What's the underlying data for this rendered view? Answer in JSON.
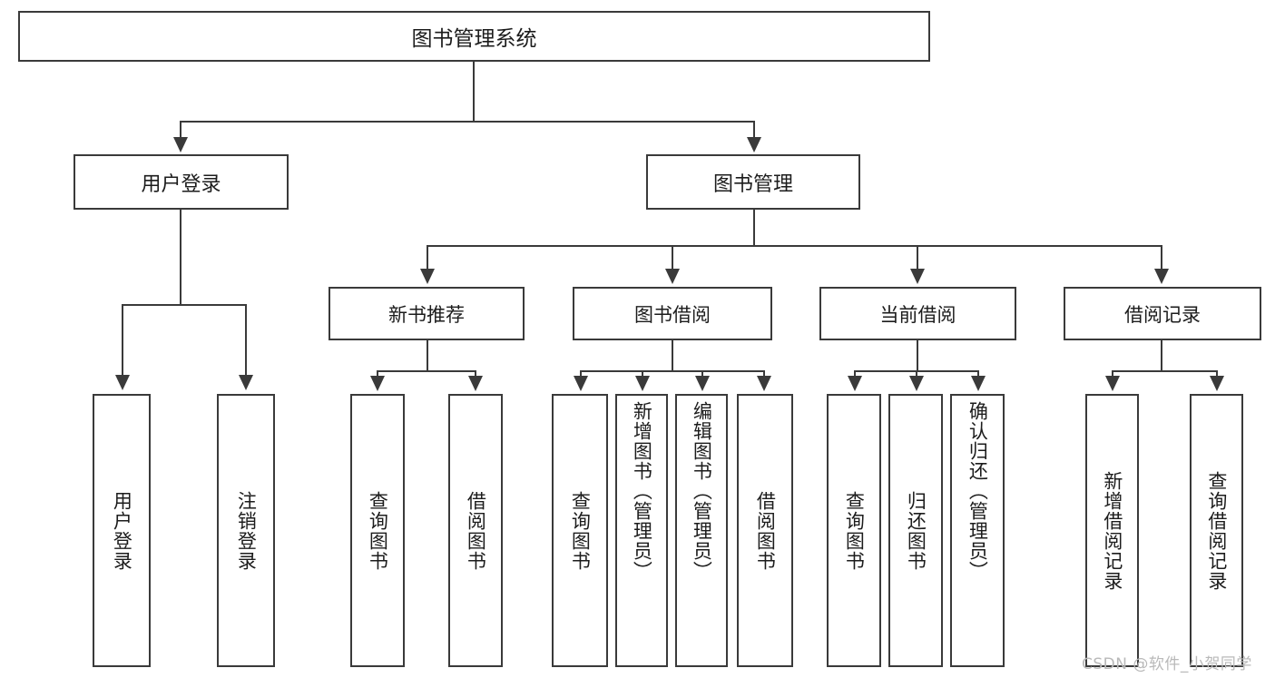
{
  "diagram": {
    "title": "图书管理系统",
    "root": {
      "label": "图书管理系统"
    },
    "level2": [
      {
        "label": "用户登录"
      },
      {
        "label": "图书管理"
      }
    ],
    "level3": [
      {
        "label": "新书推荐"
      },
      {
        "label": "图书借阅"
      },
      {
        "label": "当前借阅"
      },
      {
        "label": "借阅记录"
      }
    ],
    "leaves": {
      "user_login": [
        {
          "label": "用户登录"
        },
        {
          "label": "注销登录"
        }
      ],
      "new_book": [
        {
          "label": "查询图书"
        },
        {
          "label": "借阅图书"
        }
      ],
      "book_borrow": [
        {
          "label": "查询图书"
        },
        {
          "label": "新增图书（管理员）"
        },
        {
          "label": "编辑图书（管理员）"
        },
        {
          "label": "借阅图书"
        }
      ],
      "current_borrow": [
        {
          "label": "查询图书"
        },
        {
          "label": "归还图书"
        },
        {
          "label": "确认归还（管理员）"
        }
      ],
      "borrow_record": [
        {
          "label": "新增借阅记录"
        },
        {
          "label": "查询借阅记录"
        }
      ]
    }
  },
  "watermark": {
    "text": "CSDN @软件_小贺同学"
  },
  "colors": {
    "stroke": "#3a3a3a",
    "text": "#1c1c1c",
    "background": "#ffffff",
    "watermark": "#b9b9b9"
  }
}
